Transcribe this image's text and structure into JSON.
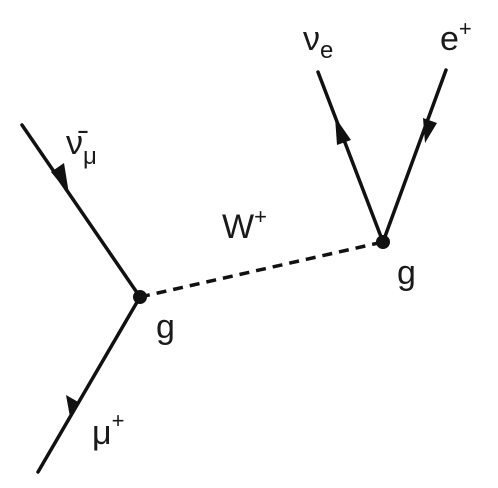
{
  "vertices": {
    "left": {
      "label": "g"
    },
    "right": {
      "label": "g"
    }
  },
  "particles": {
    "nu_mu_bar": {
      "base": "ν̄",
      "sub": "μ"
    },
    "mu_plus": {
      "base": "μ",
      "sup": "+"
    },
    "w_boson": {
      "base": "W",
      "sup": "+"
    },
    "nu_e": {
      "base": "ν",
      "sub": "e"
    },
    "e_plus": {
      "base": "e",
      "sup": "+"
    }
  },
  "colors": {
    "line": "#111111",
    "text": "#1a1a1a"
  }
}
